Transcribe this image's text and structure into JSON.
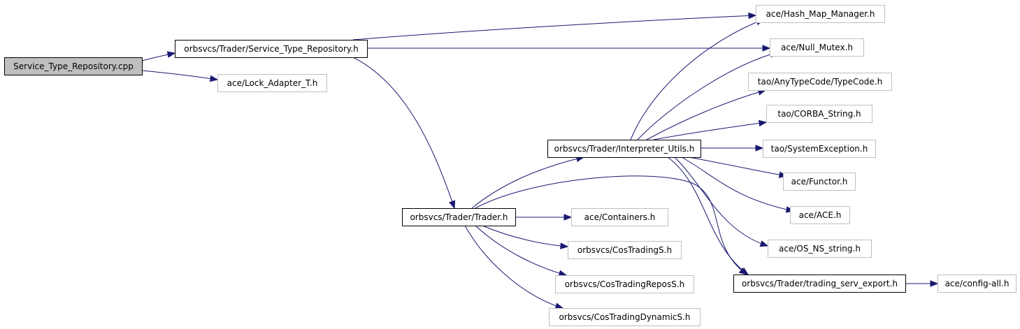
{
  "graph": {
    "type": "include-dependency-graph",
    "colors": {
      "edge": "#191970",
      "root_fill": "#bfbfbf",
      "node_border": "#000000",
      "external_border": "#bfbfbf",
      "background": "#ffffff"
    },
    "nodes": [
      {
        "id": "n0",
        "label": "Service_Type_Repository.cpp",
        "kind": "root"
      },
      {
        "id": "n1",
        "label": "orbsvcs/Trader/Service_Type_Repository.h",
        "kind": "documented"
      },
      {
        "id": "n2",
        "label": "ace/Lock_Adapter_T.h",
        "kind": "external"
      },
      {
        "id": "n3",
        "label": "ace/Hash_Map_Manager.h",
        "kind": "external"
      },
      {
        "id": "n4",
        "label": "ace/Null_Mutex.h",
        "kind": "external"
      },
      {
        "id": "n5",
        "label": "orbsvcs/Trader/Trader.h",
        "kind": "documented"
      },
      {
        "id": "n6",
        "label": "orbsvcs/Trader/Interpreter_Utils.h",
        "kind": "documented"
      },
      {
        "id": "n7",
        "label": "tao/AnyTypeCode/TypeCode.h",
        "kind": "external"
      },
      {
        "id": "n8",
        "label": "tao/CORBA_String.h",
        "kind": "external"
      },
      {
        "id": "n9",
        "label": "tao/SystemException.h",
        "kind": "external"
      },
      {
        "id": "n10",
        "label": "ace/Functor.h",
        "kind": "external"
      },
      {
        "id": "n11",
        "label": "ace/ACE.h",
        "kind": "external"
      },
      {
        "id": "n12",
        "label": "ace/OS_NS_string.h",
        "kind": "external"
      },
      {
        "id": "n13",
        "label": "orbsvcs/Trader/trading_serv_export.h",
        "kind": "documented"
      },
      {
        "id": "n14",
        "label": "ace/config-all.h",
        "kind": "external"
      },
      {
        "id": "n15",
        "label": "ace/Containers.h",
        "kind": "external"
      },
      {
        "id": "n16",
        "label": "orbsvcs/CosTradingS.h",
        "kind": "external"
      },
      {
        "id": "n17",
        "label": "orbsvcs/CosTradingReposS.h",
        "kind": "external"
      },
      {
        "id": "n18",
        "label": "orbsvcs/CosTradingDynamicS.h",
        "kind": "external"
      }
    ],
    "edges": [
      {
        "from": "n0",
        "to": "n1"
      },
      {
        "from": "n0",
        "to": "n2"
      },
      {
        "from": "n1",
        "to": "n3"
      },
      {
        "from": "n1",
        "to": "n4"
      },
      {
        "from": "n1",
        "to": "n5"
      },
      {
        "from": "n5",
        "to": "n6"
      },
      {
        "from": "n5",
        "to": "n13"
      },
      {
        "from": "n5",
        "to": "n15"
      },
      {
        "from": "n5",
        "to": "n16"
      },
      {
        "from": "n5",
        "to": "n17"
      },
      {
        "from": "n5",
        "to": "n18"
      },
      {
        "from": "n6",
        "to": "n3"
      },
      {
        "from": "n6",
        "to": "n4"
      },
      {
        "from": "n6",
        "to": "n7"
      },
      {
        "from": "n6",
        "to": "n8"
      },
      {
        "from": "n6",
        "to": "n9"
      },
      {
        "from": "n6",
        "to": "n10"
      },
      {
        "from": "n6",
        "to": "n11"
      },
      {
        "from": "n6",
        "to": "n12"
      },
      {
        "from": "n6",
        "to": "n13"
      },
      {
        "from": "n13",
        "to": "n14"
      }
    ]
  }
}
